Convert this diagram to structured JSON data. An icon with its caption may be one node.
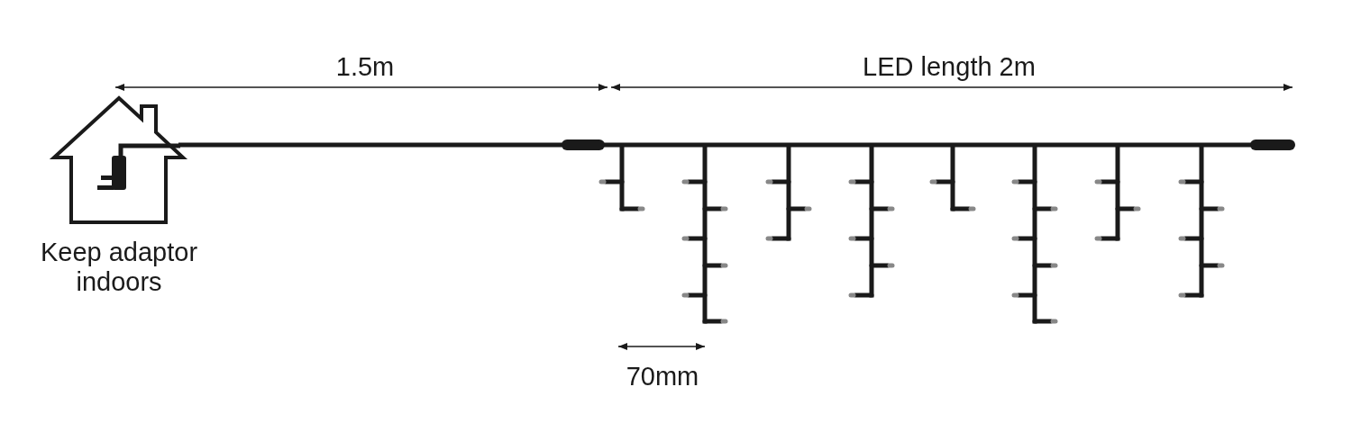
{
  "diagram": {
    "labels": [
      "1.5m",
      "LED length 2m",
      "Keep adaptor indoors",
      "70mm"
    ]
  }
}
